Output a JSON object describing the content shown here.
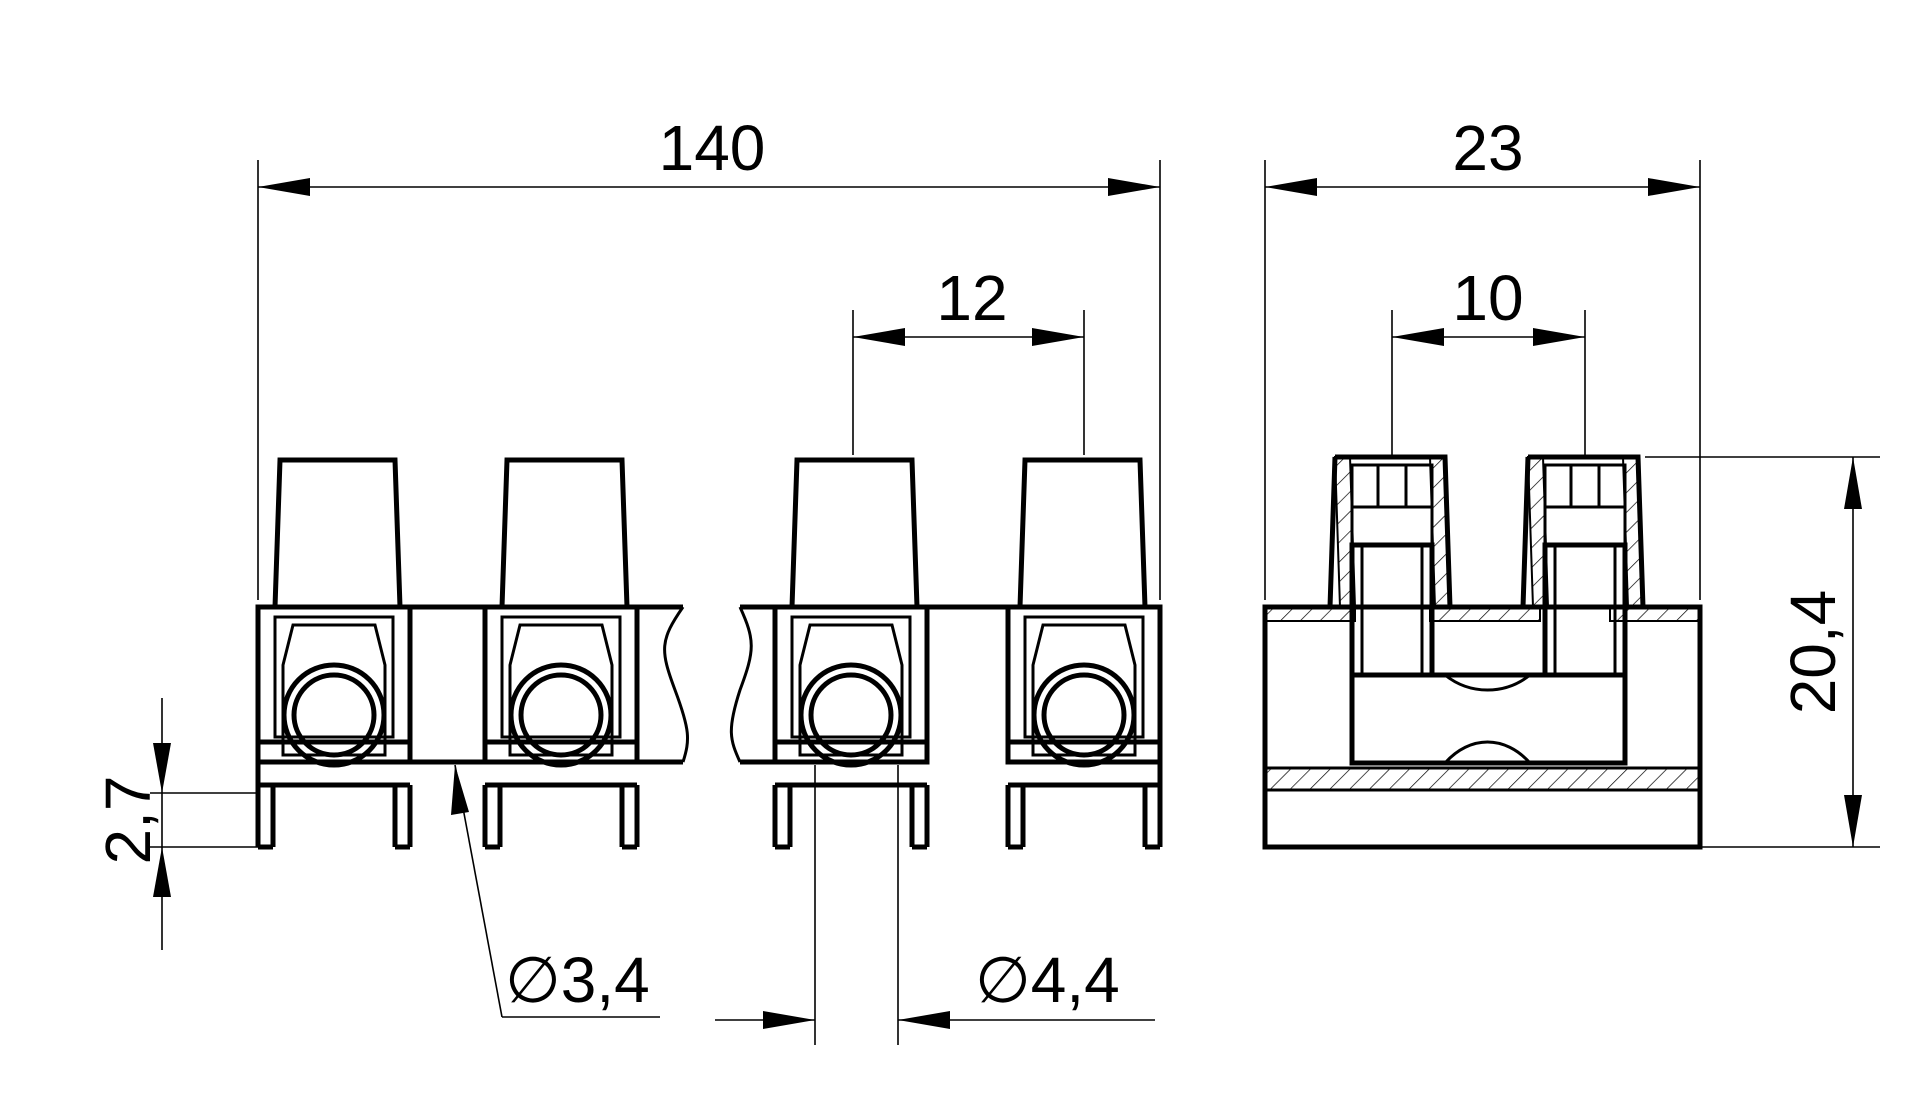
{
  "dimensions": {
    "overall_length": "140",
    "pitch": "12",
    "overall_width": "23",
    "inner_spacing": "10",
    "height": "20,4",
    "pin_length": "2,7",
    "hole_small": "3,4",
    "hole_large": "4,4",
    "diameter_symbol": "∅"
  },
  "colors": {
    "line": "#000000",
    "background": "#ffffff"
  }
}
